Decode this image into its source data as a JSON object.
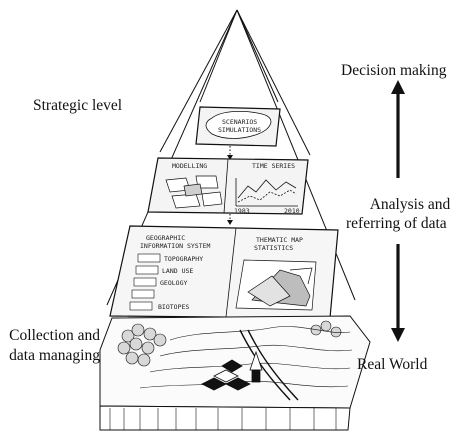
{
  "labels": {
    "decision_making": "Decision making",
    "strategic_level": "Strategic level",
    "analysis_line1": "Analysis and",
    "analysis_line2": "referring of data",
    "collection_line1": "Collection and",
    "collection_line2": "data managing",
    "real_world": "Real World"
  },
  "panel_text": {
    "scenarios_line1": "SCENARIOS",
    "scenarios_line2": "SIMULATIONS",
    "modelling": "MODELLING",
    "time_series": "TIME SERIES",
    "year_start": "1983",
    "year_end": "2010",
    "gis_line1": "GEOGRAPHIC",
    "gis_line2": "INFORMATION SYSTEM",
    "layer_1": "TOPOGRAPHY",
    "layer_2": "LAND USE",
    "layer_3": "GEOLOGY",
    "layer_4": "BIOTOPES",
    "thematic_line1": "THEMATIC MAP",
    "thematic_line2": "STATISTICS"
  },
  "colors": {
    "ink": "#111111",
    "paper": "#ffffff",
    "panel_shade": "#f4f4f4"
  },
  "icons": {
    "vertical_arrow": "double-headed-arrow"
  }
}
